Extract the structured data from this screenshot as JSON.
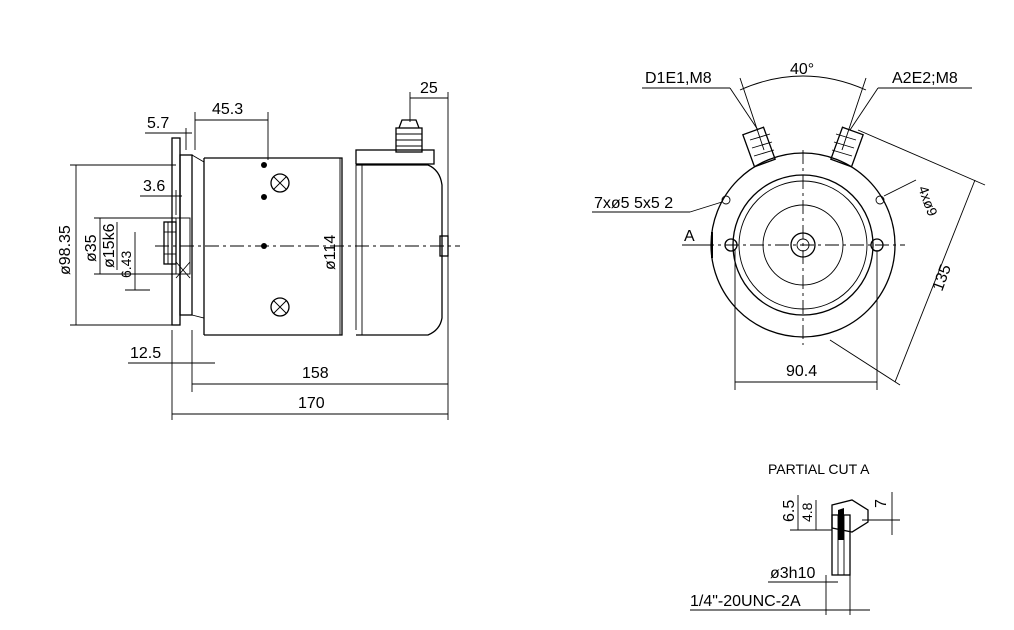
{
  "side_view": {
    "dim_25": "25",
    "dim_45_3": "45.3",
    "dim_5_7": "5.7",
    "dim_3_6": "3.6",
    "dim_d98_35": "ø98.35",
    "dim_d35": "ø35",
    "dim_d15k6": "ø15k6",
    "dim_6_43": "6.43",
    "dim_d114": "ø114",
    "dim_12_5": "12.5",
    "dim_158": "158",
    "dim_170": "170"
  },
  "front_view": {
    "terminal_left": "D1E1,M8",
    "terminal_right": "A2E2;M8",
    "angle_40": "40°",
    "holes": "7xø5 5x5 2",
    "section_mark": "A",
    "dim_4x_d9": "4xø9",
    "dim_135": "135",
    "dim_90_4": "90.4"
  },
  "partial_cut": {
    "title": "PARTIAL CUT A",
    "dim_6_5": "6.5",
    "dim_4_8": "4.8",
    "dim_7": "7",
    "dim_d3h10": "ø3h10",
    "thread": "1/4\"-20UNC-2A"
  }
}
